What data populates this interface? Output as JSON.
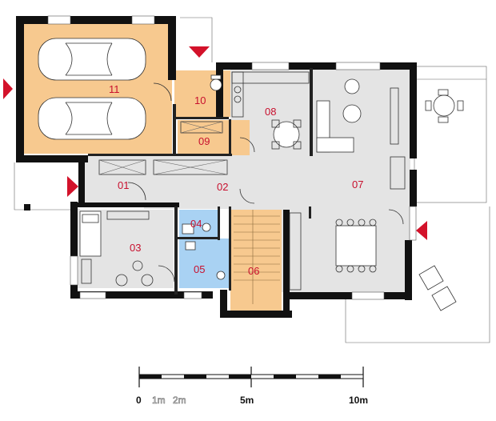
{
  "colors": {
    "garage_fill": "#f7c98f",
    "stair_fill": "#f7c98f",
    "floor_fill": "#e4e4e4",
    "bath_fill": "#a9d2f3",
    "wall": "#111111",
    "entrance_arrow": "#d3122a",
    "label": "#c8102e"
  },
  "rooms": {
    "r01": "01",
    "r02": "02",
    "r03": "03",
    "r04": "04",
    "r05": "05",
    "r06": "06",
    "r07": "07",
    "r08": "08",
    "r09": "09",
    "r10": "10",
    "r11": "11"
  },
  "scale_bar": {
    "label_0": "0",
    "label_1m": "1m",
    "label_2m": "2m",
    "label_5m": "5m",
    "label_10m": "10m"
  },
  "icons": [
    "entrance-arrow-icon",
    "car-icon",
    "dining-table-icon",
    "sofa-icon",
    "bed-icon",
    "toilet-icon",
    "lounge-chair-icon"
  ]
}
